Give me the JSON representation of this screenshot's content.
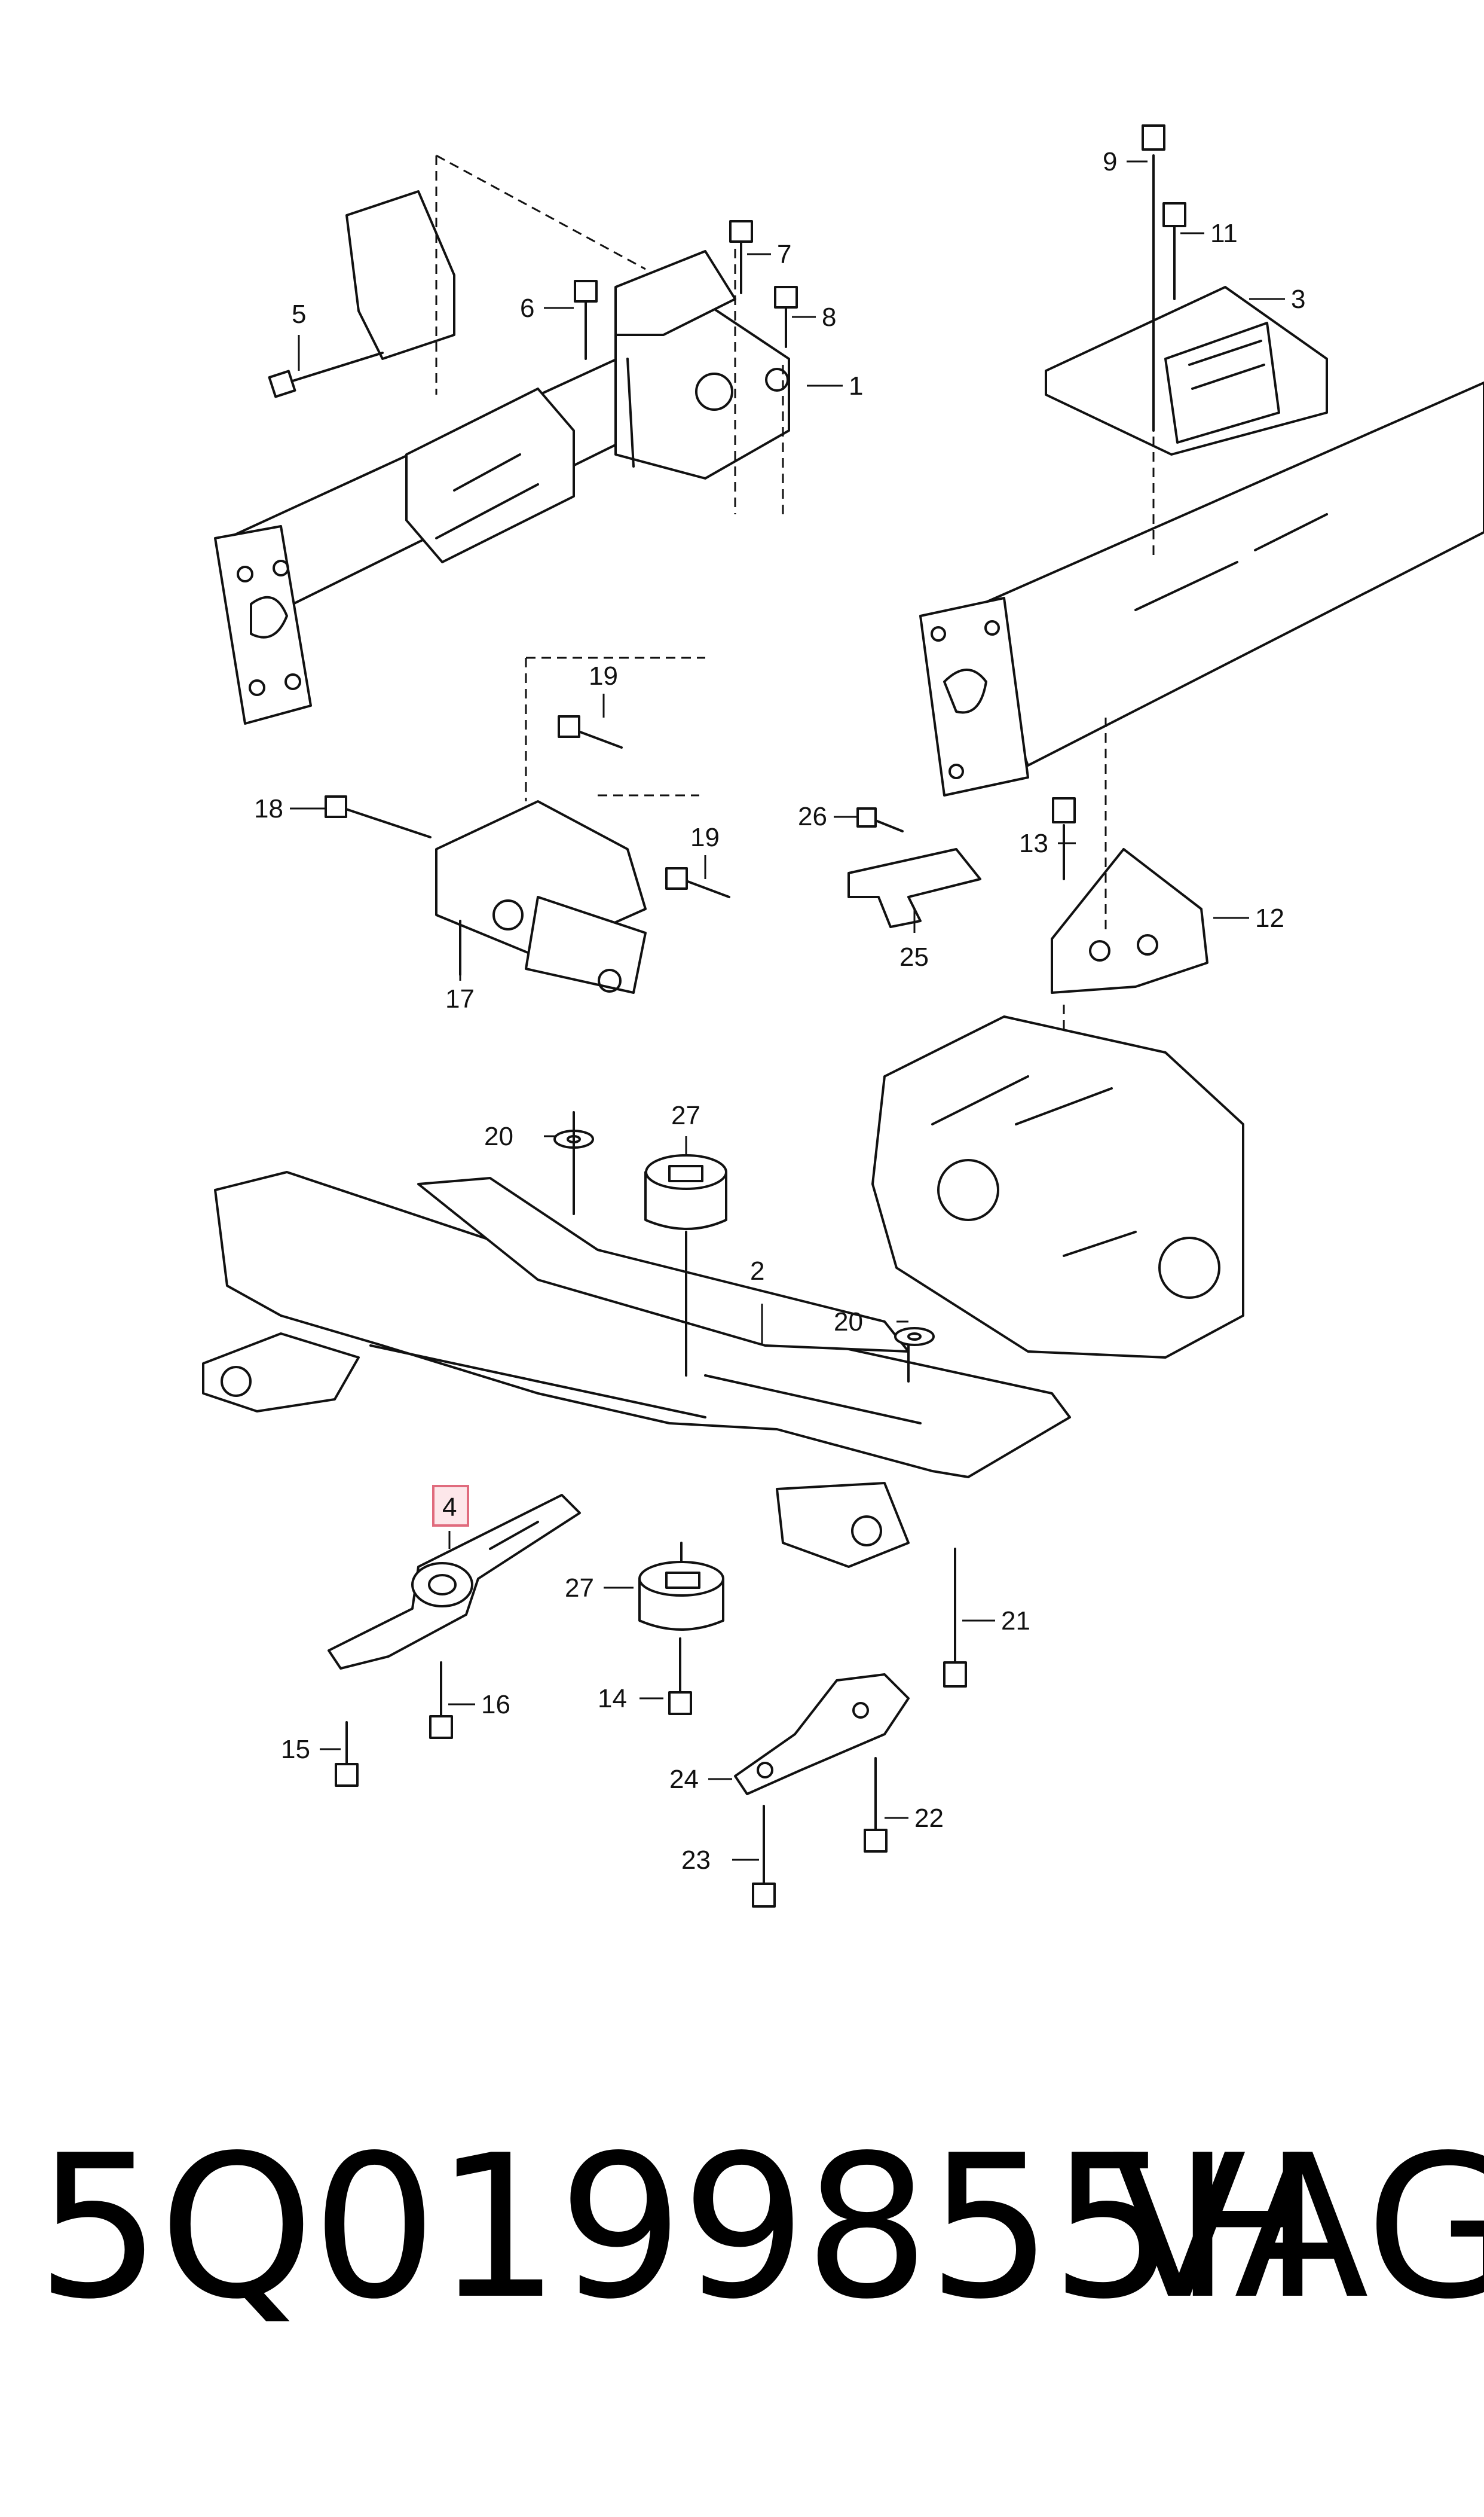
{
  "callouts": {
    "c1": "1",
    "c2": "2",
    "c3": "3",
    "c4": "4",
    "c5": "5",
    "c6": "6",
    "c7": "7",
    "c8": "8",
    "c9": "9",
    "c11": "11",
    "c12": "12",
    "c13": "13",
    "c14": "14",
    "c15": "15",
    "c16": "16",
    "c17": "17",
    "c18": "18",
    "c19a": "19",
    "c19b": "19",
    "c20a": "20",
    "c20b": "20",
    "c21": "21",
    "c22": "22",
    "c23": "23",
    "c24": "24",
    "c25": "25",
    "c26": "26",
    "c27a": "27",
    "c27b": "27"
  },
  "footer": {
    "part_number": "5Q0199855H",
    "brand": "VAG"
  },
  "colors": {
    "highlight_fill": "#fde7ea",
    "highlight_border": "#e06b7d"
  }
}
